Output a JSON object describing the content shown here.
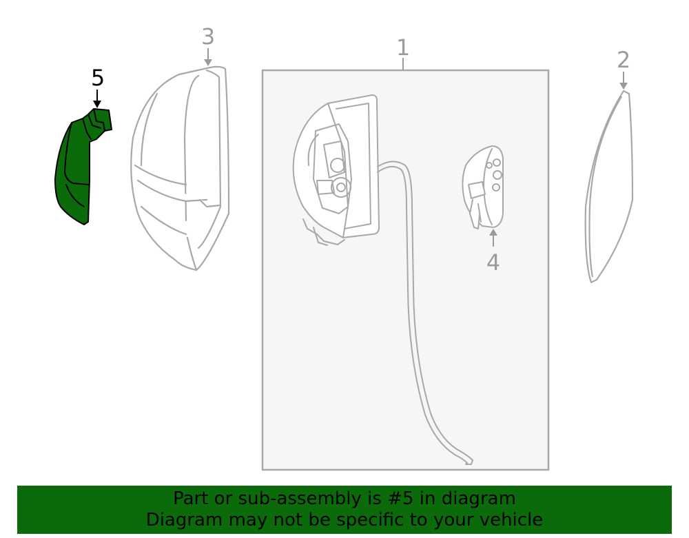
{
  "callouts": {
    "part1": "1",
    "part2": "2",
    "part3": "3",
    "part4": "4",
    "part5": "5"
  },
  "highlighted_part": "5",
  "colors": {
    "highlight_fill": "#0b6b0b",
    "outline": "#a8a8a8",
    "assembly_box_fill": "#f6f6f6",
    "banner": "#0b6b0b"
  },
  "banner": {
    "line1": "Part or sub-assembly is #5 in diagram",
    "line2": "Diagram may not be specific to your vehicle"
  }
}
